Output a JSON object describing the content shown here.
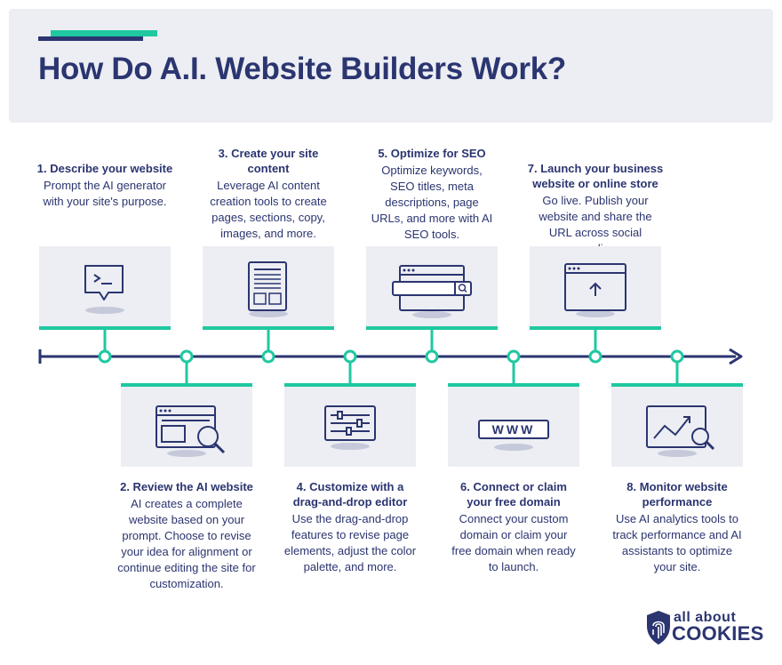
{
  "header": {
    "title": "How Do A.I. Website Builders Work?"
  },
  "steps": [
    {
      "title": "1. Describe your website",
      "desc": "Prompt the AI generator with your site's purpose.",
      "icon": "chat-prompt-icon"
    },
    {
      "title": "2. Review the AI website",
      "desc": "AI creates a complete website based on your prompt. Choose to revise your idea for alignment or continue editing the site for customization.",
      "icon": "browser-magnifier-icon"
    },
    {
      "title": "3. Create your site content",
      "desc": "Leverage AI content creation tools to create pages, sections, copy, images, and more.",
      "icon": "document-layout-icon"
    },
    {
      "title": "4. Customize with a drag-and-drop editor",
      "desc": "Use the drag-and-drop features to revise page elements, adjust the color palette, and more.",
      "icon": "sliders-icon"
    },
    {
      "title": "5. Optimize for SEO",
      "desc": "Optimize keywords, SEO titles, meta descriptions, page URLs, and more with AI SEO tools.",
      "icon": "browser-search-bar-icon"
    },
    {
      "title": "6. Connect or claim your free domain",
      "desc": "Connect your custom domain or claim your free domain when ready to launch.",
      "icon": "www-domain-icon",
      "icon_text": "WWW"
    },
    {
      "title": "7. Launch your business website or online store",
      "desc": "Go live. Publish your website and share the URL across social media.",
      "icon": "browser-upload-icon"
    },
    {
      "title": "8. Monitor website performance",
      "desc": "Use AI analytics tools to track performance and AI assistants to optimize your site.",
      "icon": "analytics-magnifier-icon"
    }
  ],
  "logo": {
    "top": "all about",
    "bottom": "COOKIES"
  },
  "colors": {
    "navy": "#2b3570",
    "green": "#1fc8a0",
    "card": "#eceef3"
  }
}
